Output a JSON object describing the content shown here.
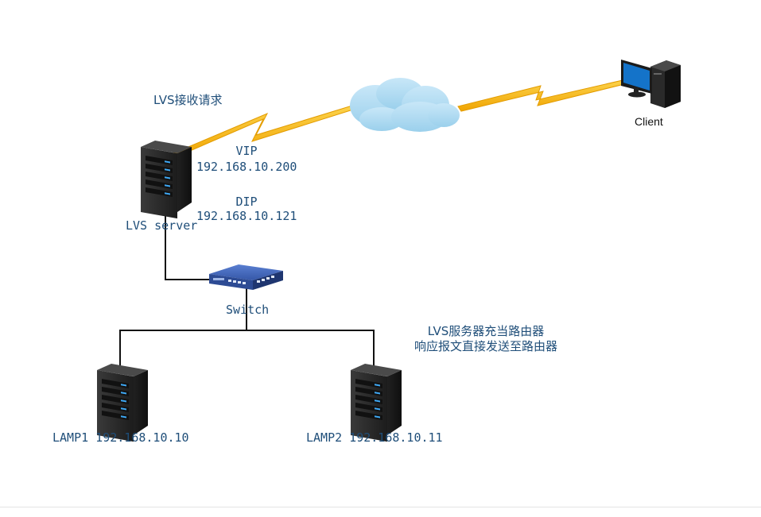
{
  "labels": {
    "lvs_receive": "LVS接收请求",
    "vip_title": "VIP",
    "vip_address": "192.168.10.200",
    "dip_title": "DIP",
    "dip_address": "192.168.10.121",
    "lvs_server": "LVS server",
    "switch": "Switch",
    "router_note_line1": "LVS服务器充当路由器",
    "router_note_line2": "响应报文直接发送至路由器",
    "lamp1": "LAMP1 192.168.10.10",
    "lamp2": "LAMP2 192.168.10.11",
    "client": "Client"
  },
  "colors": {
    "label_text": "#1f4e79",
    "lightning": "#f6b81a",
    "cloud": "#a9d6ee",
    "server_body": "#2b2b2b",
    "switch_body": "#2f4f9e",
    "monitor_screen": "#1473c9",
    "wire": "#111111"
  },
  "icons": {
    "lvs_server": "server-tower-icon",
    "switch": "network-switch-icon",
    "cloud": "internet-cloud-icon",
    "client": "desktop-computer-icon",
    "lamp_server": "server-tower-icon"
  }
}
